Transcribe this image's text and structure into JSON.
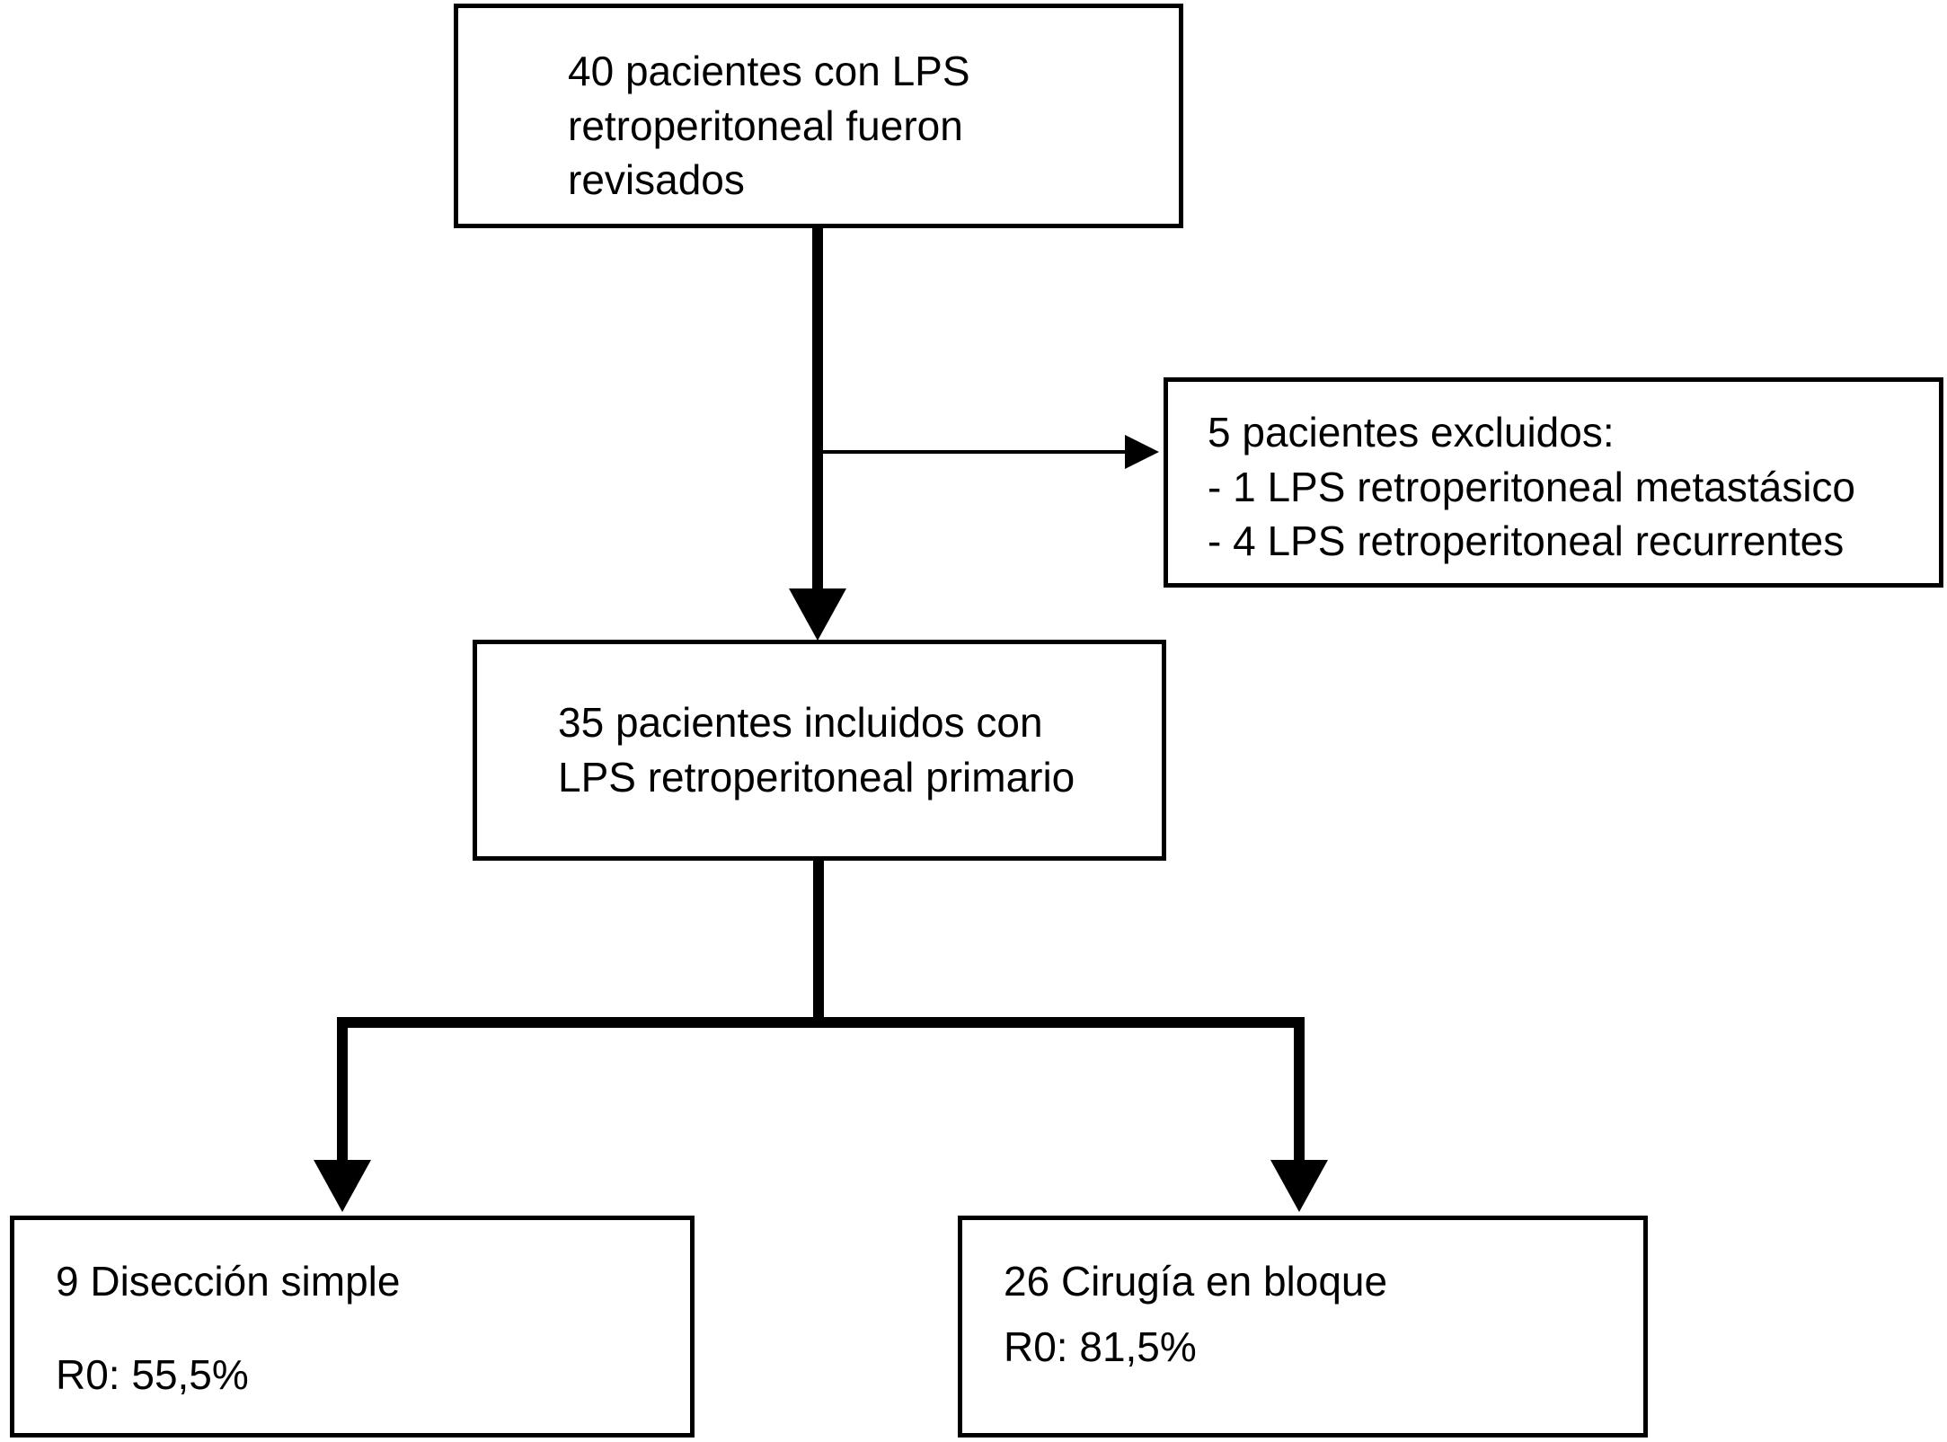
{
  "diagram": {
    "title": "Patient flow diagram",
    "colors": {
      "border": "#000000",
      "background": "#ffffff",
      "text": "#000000"
    },
    "box_top": {
      "lines": [
        "40 pacientes con LPS",
        "retroperitoneal fueron",
        "revisados"
      ]
    },
    "box_excluded": {
      "lines": [
        "5 pacientes excluidos:",
        "- 1 LPS retroperitoneal metastásico",
        "- 4 LPS retroperitoneal recurrentes"
      ]
    },
    "box_included": {
      "lines": [
        "35 pacientes incluidos con",
        "LPS retroperitoneal primario"
      ]
    },
    "box_left": {
      "lines": [
        "9 Disección simple",
        "R0: 55,5%"
      ]
    },
    "box_right": {
      "lines": [
        "26 Cirugía en bloque",
        "R0: 81,5%"
      ]
    }
  }
}
